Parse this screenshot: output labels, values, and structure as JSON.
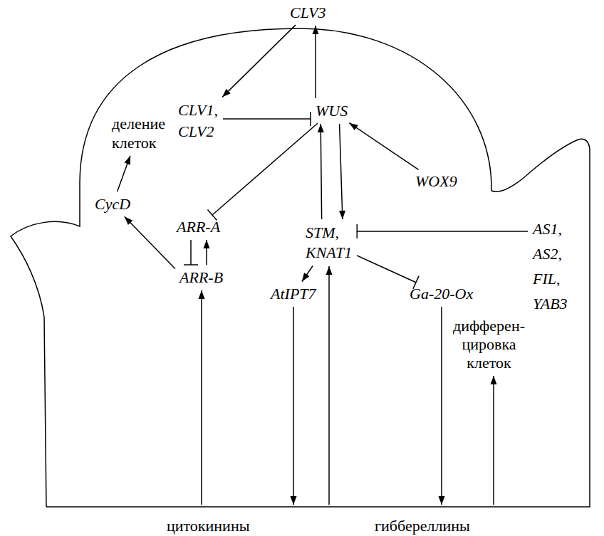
{
  "diagram": {
    "nodes": [
      {
        "text": [
          "CLV3"
        ]
      },
      {
        "text": [
          "CLV1, CLV2"
        ]
      },
      {
        "text": [
          "WUS"
        ]
      },
      {
        "text": [
          "WOX9"
        ]
      },
      {
        "text": [
          "STM, KNAT1"
        ]
      },
      {
        "text": [
          "AS1, AS2, FIL, YAB3"
        ]
      },
      {
        "text": [
          "деление клеток"
        ]
      },
      {
        "text": [
          "CycD"
        ]
      },
      {
        "text": [
          "ARR-A"
        ]
      },
      {
        "text": [
          "ARR-B"
        ]
      },
      {
        "text": [
          "AtIPT7"
        ]
      },
      {
        "text": [
          "Ga-20-Ox"
        ]
      },
      {
        "text": [
          "дифферен- цировка клеток"
        ]
      },
      {
        "text": [
          "цитокинины"
        ]
      },
      {
        "text": [
          "гиббереллины"
        ]
      }
    ],
    "edges": [
      {
        "from": 2,
        "to": 0,
        "arrow": "to"
      },
      {
        "from": 0,
        "to": 1,
        "arrow": "to"
      },
      {
        "from": 1,
        "to": 2,
        "arrow": "to"
      },
      {
        "from": 3,
        "to": 2,
        "arrow": "to"
      },
      {
        "from": 2,
        "to": 4,
        "arrow": "to"
      },
      {
        "from": 4,
        "to": 2,
        "arrow": "to"
      },
      {
        "from": 5,
        "to": 4,
        "arrow": "to"
      },
      {
        "from": 2,
        "to": 8,
        "arrow": "to"
      },
      {
        "from": 4,
        "to": 10,
        "arrow": "to"
      },
      {
        "from": 4,
        "to": 11,
        "arrow": "to"
      },
      {
        "from": 10,
        "to": 13,
        "arrow": "to"
      },
      {
        "from": 13,
        "to": 4,
        "arrow": "to"
      },
      {
        "from": 13,
        "to": 9,
        "arrow": "to"
      },
      {
        "from": 9,
        "to": 8,
        "arrow": "to"
      },
      {
        "from": 8,
        "to": 9,
        "arrow": "to"
      },
      {
        "from": 9,
        "to": 7,
        "arrow": "to"
      },
      {
        "from": 7,
        "to": 6,
        "arrow": "to"
      },
      {
        "from": 11,
        "to": 14,
        "arrow": "to"
      },
      {
        "from": 14,
        "to": 12,
        "arrow": "to"
      }
    ]
  }
}
